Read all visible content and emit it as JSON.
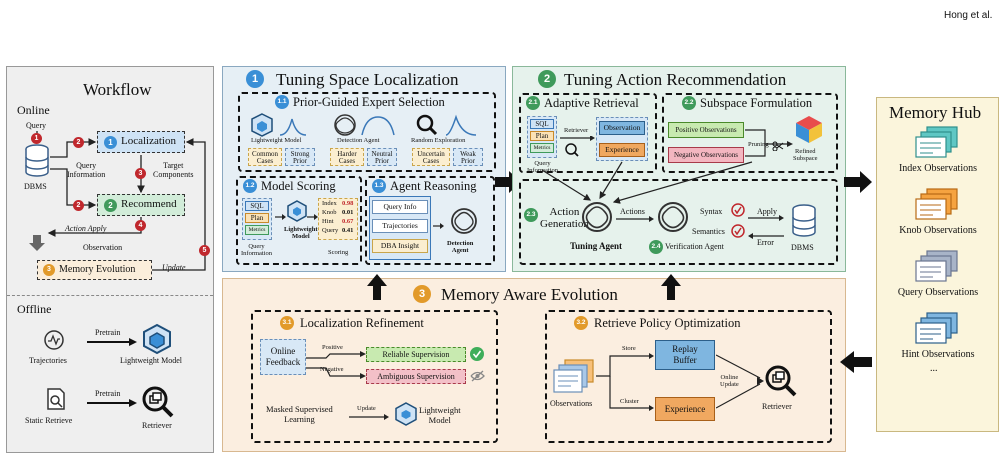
{
  "header": {
    "author": "Hong et al."
  },
  "workflow": {
    "title": "Workflow",
    "online": "Online",
    "offline": "Offline",
    "query": "Query",
    "dbms": "DBMS",
    "localization": "Localization",
    "recommend": "Recommend",
    "query_info": "Query\nInformation",
    "target": "Target\nComponents",
    "action_apply": "Action Apply",
    "observation": "Observation",
    "update": "Update",
    "memory_evolution": "Memory Evolution",
    "trajectories": "Trajectories",
    "pretrain1": "Pretrain",
    "lightweight": "Lightweight Model",
    "static_retrieve": "Static Retrieve",
    "pretrain2": "Pretrain",
    "retriever": "Retriever",
    "badges": [
      "1",
      "2",
      "2",
      "3",
      "4",
      "5"
    ],
    "box_nums": [
      "1",
      "2"
    ]
  },
  "tsl": {
    "num": "1",
    "title": "Tuning Space Localization",
    "pges": {
      "num": "1.1",
      "title": "Prior-Guided Expert Selection",
      "experts": [
        "Lightweight Model",
        "Detection Agent",
        "Random Exploration"
      ],
      "cases": [
        "Common\nCases",
        "Harder\nCases",
        "Uncertain\nCases"
      ],
      "priors": [
        "Strong\nPrior",
        "Neutral\nPrior",
        "Weak\nPrior"
      ]
    },
    "ms": {
      "num": "1.2",
      "title": "Model Scoring",
      "tags": [
        "SQL",
        "Plan",
        "Metrics"
      ],
      "qi": "Query\nInformation",
      "lm": "Lightweight\nModel",
      "scoring": "Scoring",
      "scores": [
        {
          "k": "Index",
          "v": "0.98"
        },
        {
          "k": "Knob",
          "v": "0.01"
        },
        {
          "k": "Hint",
          "v": "0.67"
        },
        {
          "k": "Query",
          "v": "0.41"
        }
      ]
    },
    "ar": {
      "num": "1.3",
      "title": "Agent Reasoning",
      "items": [
        "Query Info",
        "Trajectories",
        "DBA Insight"
      ],
      "agent": "Detection\nAgent"
    }
  },
  "tar": {
    "num": "2",
    "title": "Tuning Action Recommendation",
    "adr": {
      "num": "2.1",
      "title": "Adaptive Retrieval",
      "tags": [
        "SQL",
        "Plan",
        "Metrics"
      ],
      "retriever": "Retriever",
      "qi": "Query\nInformation",
      "obs": "Observation",
      "exp": "Experience"
    },
    "sf": {
      "num": "2.2",
      "title": "Subspace Formulation",
      "pos": "Positive Observations",
      "neg": "Negative Observations",
      "pruning": "Pruning",
      "refined": "Refined\nSubspace"
    },
    "ag": {
      "num": "2.3",
      "title": "Action\nGeneration",
      "actions": "Actions",
      "tuning_agent": "Tuning Agent",
      "vnum": "2.4",
      "verification": "Verification Agent",
      "syntax": "Syntax",
      "semantics": "Semantics",
      "apply": "Apply",
      "error": "Error",
      "dbms": "DBMS"
    }
  },
  "mae": {
    "num": "3",
    "title": "Memory Aware Evolution",
    "lr": {
      "num": "3.1",
      "title": "Localization Refinement",
      "online": "Online\nFeedback",
      "positive": "Positive",
      "negative": "Negative",
      "reliable": "Reliable Supervision",
      "ambiguous": "Ambiguous Supervision",
      "masked": "Masked Supervised\nLearning",
      "update": "Update",
      "lm": "Lightweight\nModel"
    },
    "rpo": {
      "num": "3.2",
      "title": "Retrieve Policy Optimization",
      "observations": "Observations",
      "store": "Store",
      "cluster": "Cluster",
      "replay": "Replay\nBuffer",
      "experience": "Experience",
      "online_update": "Online\nUpdate",
      "retriever": "Retriever"
    }
  },
  "hub": {
    "title": "Memory Hub",
    "items": [
      "Index Observations",
      "Knob Observations",
      "Query Observations",
      "Hint Observations",
      "..."
    ]
  },
  "colors": {
    "blue_bg": "#e6eff5",
    "green_bg": "#e6f2ec",
    "orange_bg": "#fbeee0",
    "gray_bg": "#efefef",
    "hub_bg": "#fbf5dc",
    "badge_red": "#c0282d",
    "badge_blue": "#3a8fd6",
    "badge_green": "#3f9a5b",
    "badge_orange": "#e29a2a"
  }
}
